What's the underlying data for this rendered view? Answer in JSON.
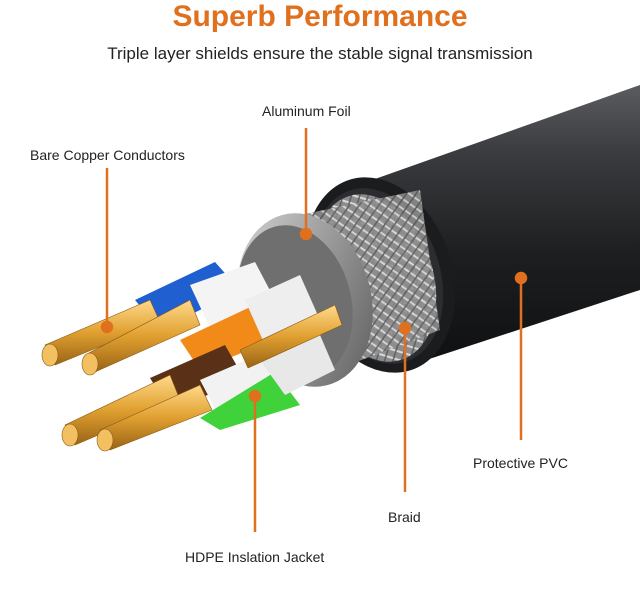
{
  "header": {
    "title": "Superb Performance",
    "subtitle": "Triple layer shields ensure the stable signal transmission"
  },
  "labels": {
    "aluminum_foil": "Aluminum Foil",
    "bare_copper": "Bare Copper Conductors",
    "protective_pvc": "Protective PVC",
    "braid": "Braid",
    "hdpe_jacket": "HDPE Inslation Jacket"
  },
  "colors": {
    "accent": "#e0701e",
    "pair_blue": "#1f5fd0",
    "pair_orange": "#f28a1a",
    "pair_brown": "#5a3116",
    "pair_green": "#3fd23a",
    "jacket": "#2b2c2e",
    "copper": "#e0a030"
  }
}
